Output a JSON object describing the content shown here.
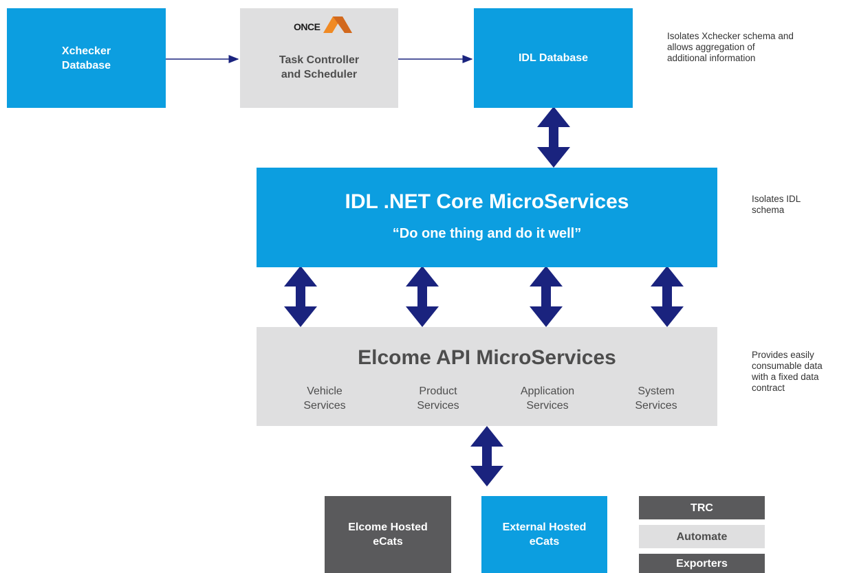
{
  "top_row": {
    "xchecker": "Xchecker\nDatabase",
    "task": {
      "logo_text": "ONCE",
      "label": "Task Controller\nand Scheduler"
    },
    "idl_db": "IDL Database"
  },
  "notes": {
    "top": "Isolates Xchecker schema and\nallows aggregation of\nadditional information",
    "middle": "Isolates IDL\nschema",
    "api": "Provides easily\nconsumable data\nwith a fixed data\ncontract"
  },
  "idl_core": {
    "title": "IDL .NET Core MicroServices",
    "subtitle": "“Do one thing and do it well”"
  },
  "api": {
    "title": "Elcome API MicroServices",
    "services": [
      "Vehicle\nServices",
      "Product\nServices",
      "Application\nServices",
      "System\nServices"
    ]
  },
  "bottom": {
    "elcome_hosted": "Elcome Hosted\neCats",
    "external_hosted": "External Hosted\neCats",
    "stack": [
      "TRC",
      "Automate",
      "Exporters"
    ]
  },
  "colors": {
    "blue": "#0c9ee0",
    "gray": "#dfdfe0",
    "dark": "#5a5a5c",
    "arrow": "#1a237e",
    "logo_orange": "#f08a24"
  }
}
